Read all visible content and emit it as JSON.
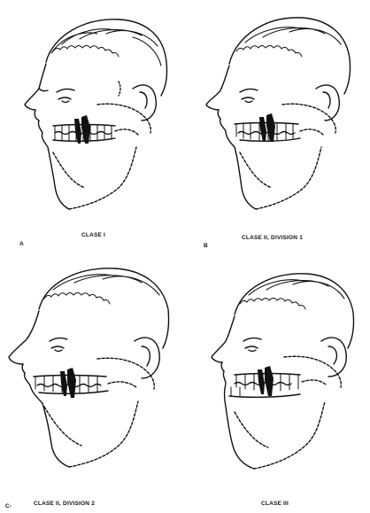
{
  "figure": {
    "panels": [
      {
        "letter": "A",
        "caption": "CLASE I"
      },
      {
        "letter": "B",
        "caption": "CLASE II, DIVISION 1"
      },
      {
        "letter": "C-",
        "caption": "CLASE II, DIVISION 2"
      },
      {
        "letter": "",
        "caption": "CLASE III"
      }
    ]
  }
}
